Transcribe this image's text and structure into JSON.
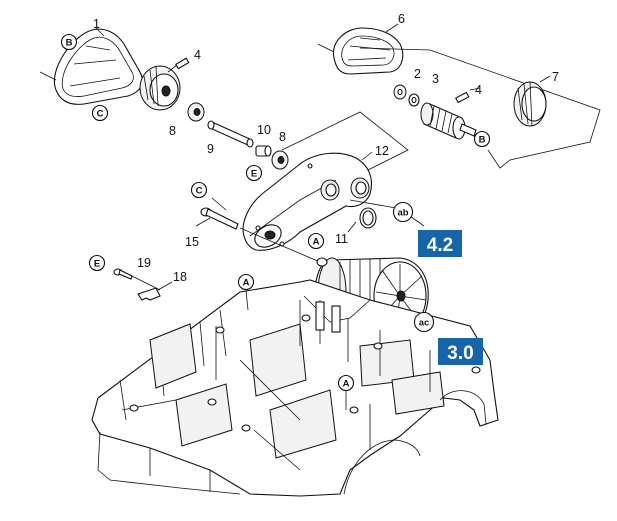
{
  "callouts": {
    "n1": "1",
    "n2": "2",
    "n3": "3",
    "n4a": "4",
    "n4b": "4",
    "n6": "6",
    "n7": "7",
    "n8a": "8",
    "n8b": "8",
    "n9": "9",
    "n10": "10",
    "n11": "11",
    "n12": "12",
    "n15": "15",
    "n18": "18",
    "n19": "19"
  },
  "letters": {
    "b_top": "B",
    "c_left": "C",
    "b_right": "B",
    "e_mid": "E",
    "c_mid": "C",
    "a_center": "A",
    "ab": "ab",
    "e_low": "E",
    "a_frame": "A",
    "ac": "ac",
    "a_lower": "A"
  },
  "badges": {
    "b42": "4.2",
    "b30": "3.0"
  },
  "colors": {
    "badge": "#1565a8",
    "badge_text": "#ffffff",
    "line": "#111111"
  }
}
